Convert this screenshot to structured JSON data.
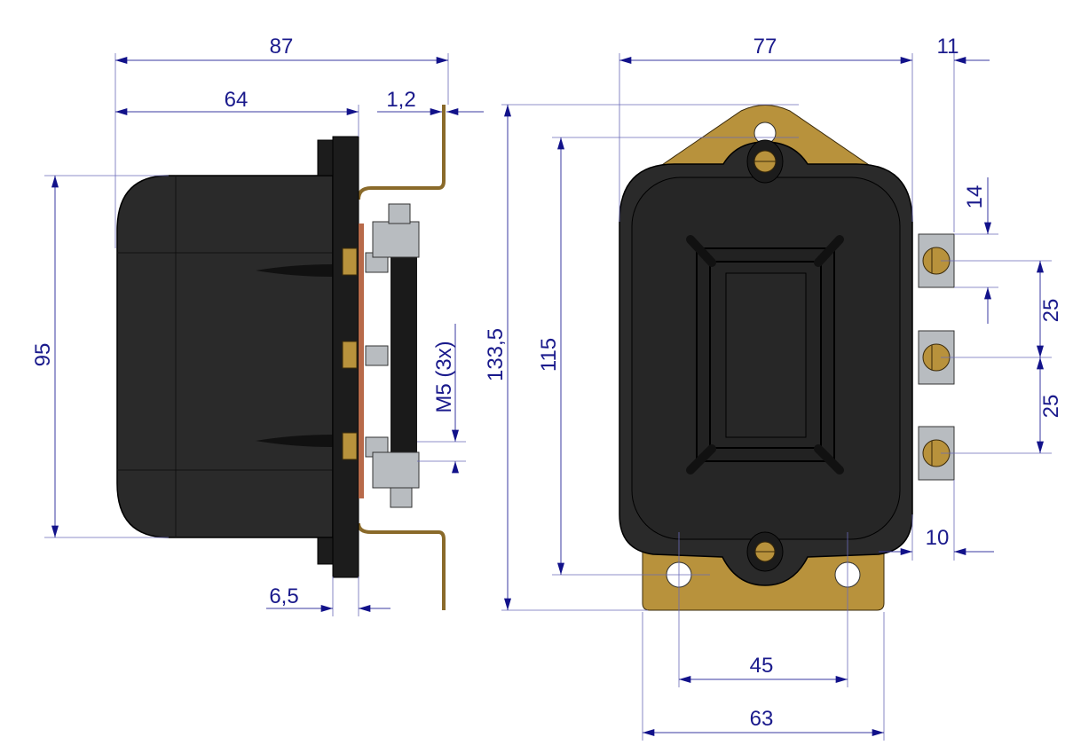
{
  "drawing": {
    "side_view": {
      "dim_overall_length": "87",
      "dim_body_length": "64",
      "dim_bracket_thickness": "1,2",
      "dim_body_height": "95",
      "dim_overall_height": "133,5",
      "dim_thread": "M5  (3x)",
      "dim_flange_offset": "6,5"
    },
    "front_view": {
      "dim_body_width": "77",
      "dim_terminal_depth": "11",
      "dim_hole_spacing_vertical": "115",
      "dim_terminal_height": "14",
      "dim_terminal_pitch_1": "25",
      "dim_terminal_pitch_2": "25",
      "dim_terminal_offset": "10",
      "dim_hole_spacing_horizontal": "45",
      "dim_plate_width": "63"
    },
    "colors": {
      "dimension": "#1a1a8c",
      "body": "#2a2a2a",
      "brass": "#b8923c",
      "steel": "#b8bcc0"
    }
  }
}
